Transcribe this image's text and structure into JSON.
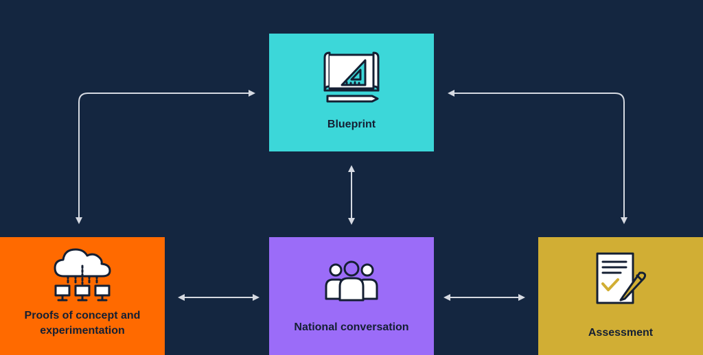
{
  "nodes": {
    "blueprint": {
      "label": "Blueprint",
      "icon": "blueprint-icon",
      "color": "#3cd7d9"
    },
    "proofs": {
      "label_line1": "Proofs of concept and",
      "label_line2": "experimentation",
      "icon": "cloud-network-icon",
      "color": "#ff6a00"
    },
    "national": {
      "label": "National conversation",
      "icon": "people-group-icon",
      "color": "#9b6cf8"
    },
    "assessment": {
      "label": "Assessment",
      "icon": "checklist-pen-icon",
      "color": "#d1ae34"
    }
  },
  "colors": {
    "background": "#142640",
    "arrow": "#d6dae2",
    "text": "#141f33"
  },
  "edges": [
    {
      "from": "blueprint",
      "to": "proofs",
      "direction": "both"
    },
    {
      "from": "blueprint",
      "to": "national",
      "direction": "both"
    },
    {
      "from": "blueprint",
      "to": "assessment",
      "direction": "both"
    },
    {
      "from": "proofs",
      "to": "national",
      "direction": "both"
    },
    {
      "from": "national",
      "to": "assessment",
      "direction": "both"
    }
  ]
}
